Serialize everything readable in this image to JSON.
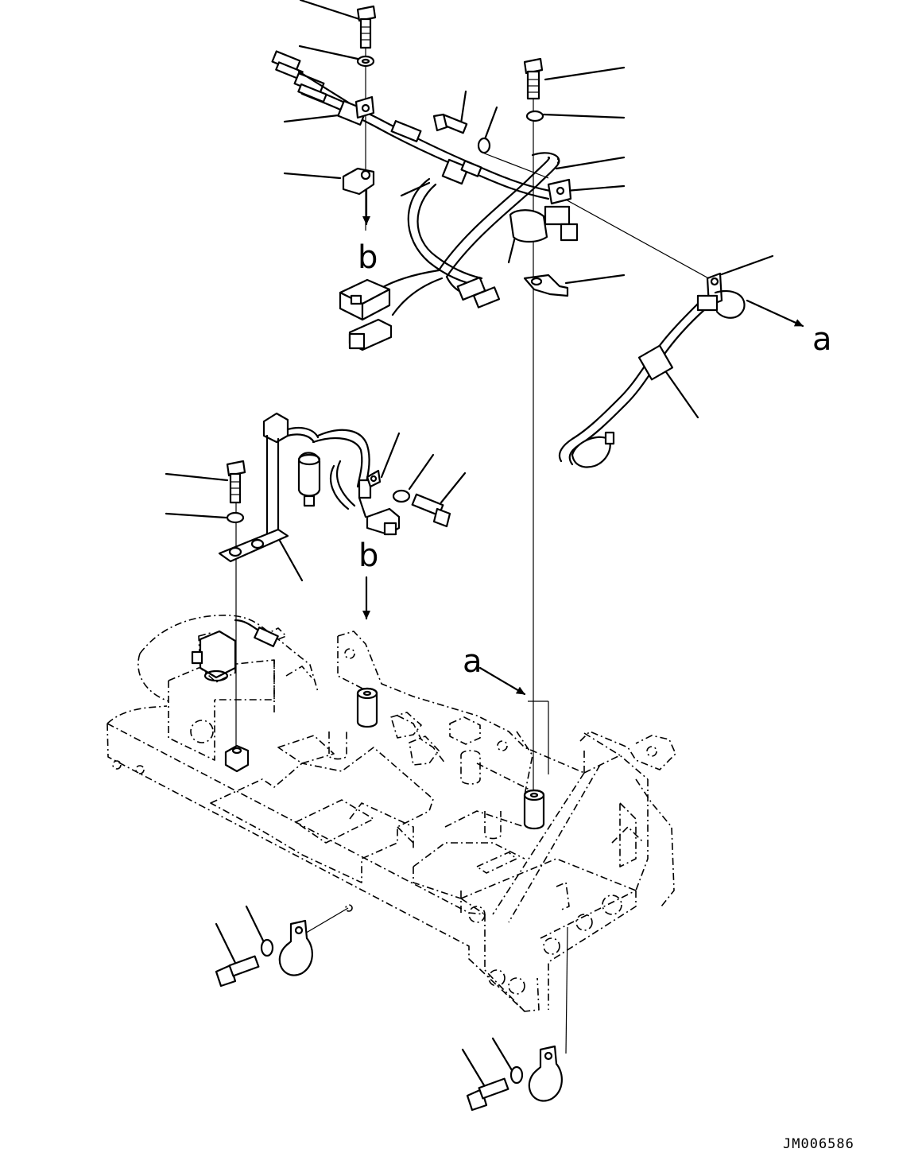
{
  "labels": {
    "view_a": "a",
    "view_b": "b"
  },
  "drawing_code": "JM006586"
}
